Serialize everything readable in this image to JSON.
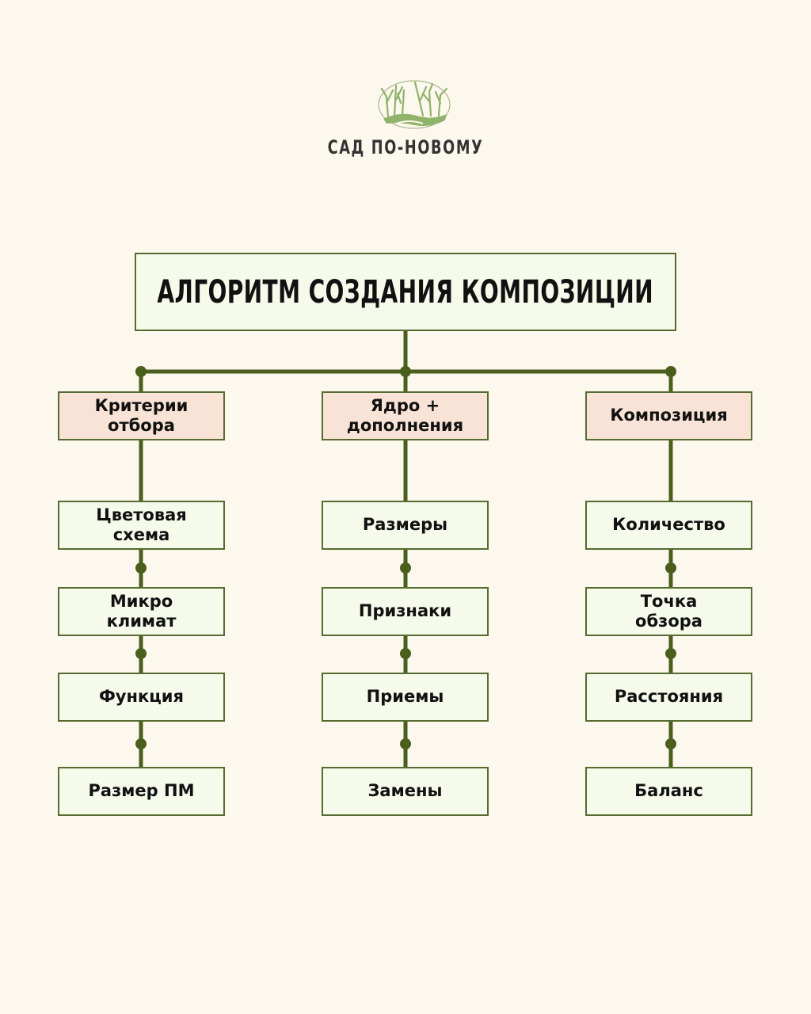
{
  "brand": {
    "logo_icon": "forest-oval-logo-icon",
    "name": "САД ПО-НОВОМУ"
  },
  "diagram": {
    "title": "АЛГОРИТМ СОЗДАНИЯ КОМПОЗИЦИИ",
    "colors": {
      "background": "#fdf8ee",
      "line": "#4a5f1c",
      "box_border": "#556b2f",
      "box_fill": "#f5faeb",
      "header_fill": "#f9e3d6",
      "logo_green": "#8fb36a"
    },
    "columns": [
      {
        "header": "Критерии отбора",
        "items": [
          "Цветовая схема",
          "Микро климат",
          "Функция",
          "Размер ПМ"
        ]
      },
      {
        "header": "Ядро + дополнения",
        "items": [
          "Размеры",
          "Признаки",
          "Приемы",
          "Замены"
        ]
      },
      {
        "header": "Композиция",
        "items": [
          "Количество",
          "Точка обзора",
          "Расстояния",
          "Баланс"
        ]
      }
    ]
  }
}
